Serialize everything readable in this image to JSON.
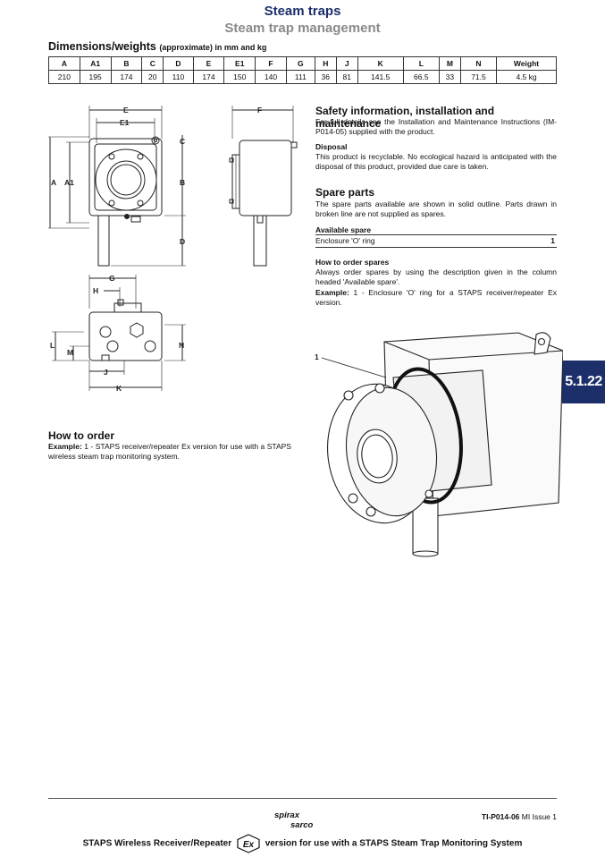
{
  "header": {
    "title": "Steam traps",
    "subtitle": "Steam trap management"
  },
  "dimensions": {
    "heading": "Dimensions/weights",
    "heading_note": "(approximate) in mm and kg",
    "columns": [
      "A",
      "A1",
      "B",
      "C",
      "D",
      "E",
      "E1",
      "F",
      "G",
      "H",
      "J",
      "K",
      "L",
      "M",
      "N",
      "Weight"
    ],
    "values": [
      "210",
      "195",
      "174",
      "20",
      "110",
      "174",
      "150",
      "140",
      "111",
      "36",
      "81",
      "141.5",
      "66.5",
      "33",
      "71.5",
      "4.5 kg"
    ]
  },
  "drawing_labels": {
    "E": "E",
    "E1": "E1",
    "F": "F",
    "C": "C",
    "A": "A",
    "A1": "A1",
    "B": "B",
    "D": "D",
    "G": "G",
    "H": "H",
    "L": "L",
    "M": "M",
    "N": "N",
    "J": "J",
    "K": "K",
    "part1": "1"
  },
  "safety": {
    "heading": "Safety information, installation and maintenance",
    "text": "For full details see the Installation and Maintenance Instructions (IM-P014-05) supplied with the product.",
    "disposal_heading": "Disposal",
    "disposal_text": "This product is recyclable. No ecological hazard is anticipated with the disposal of this product, provided due care is taken."
  },
  "spares": {
    "heading": "Spare parts",
    "text": "The spare parts available are shown in solid outline. Parts drawn in broken line are not supplied as spares.",
    "available_heading": "Available spare",
    "item_label": "Enclosure 'O' ring",
    "item_qty": "1",
    "howto_heading": "How to order spares",
    "howto_text": "Always order spares by using the description given in the column headed 'Available spare'.",
    "example_label": "Example:",
    "example_text": "1 - Enclosure 'O' ring for a STAPS receiver/repeater Ex version."
  },
  "order": {
    "heading": "How to order",
    "example_label": "Example:",
    "example_text": "1 - STAPS receiver/repeater Ex version for use with a STAPS wireless steam trap monitoring system."
  },
  "side_tab": "5.1.22",
  "footer": {
    "doc_ref": "TI-P014-06",
    "doc_ref_suffix": "MI Issue 1",
    "logo_top": "spirax",
    "logo_bottom": "sarco",
    "title_left": "STAPS Wireless Receiver/Repeater",
    "ex_symbol": "Ex",
    "title_right": "version for use with a STAPS Steam Trap Monitoring System"
  }
}
